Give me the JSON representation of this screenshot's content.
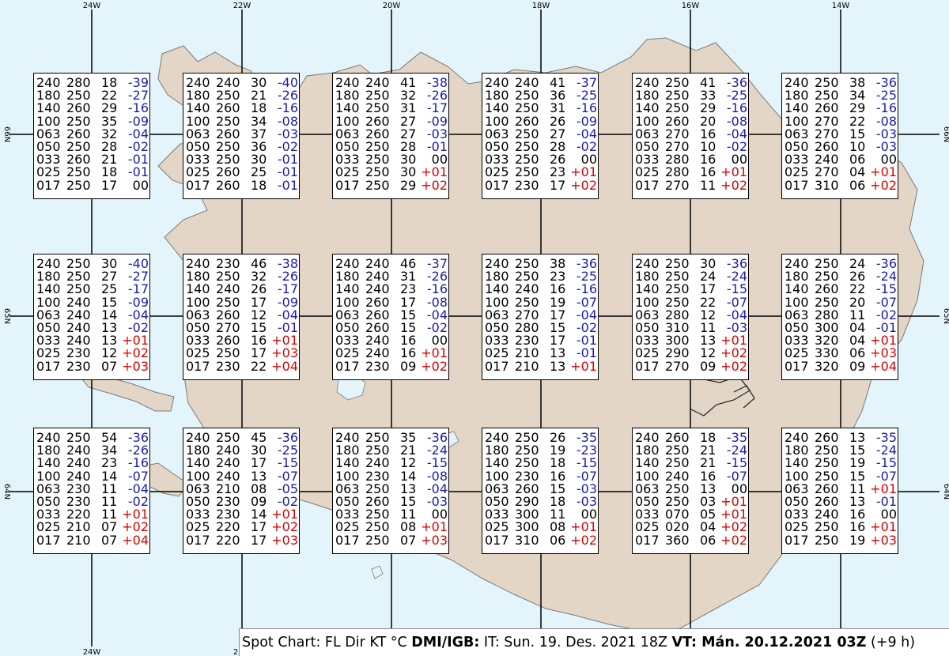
{
  "map": {
    "ocean_color": "#e3f4fb",
    "land_color": "#e3d6c6",
    "coast_color": "#5a5a5a",
    "grid_color": "#000000",
    "temp_negative_color": "#1a1ab4",
    "temp_positive_color": "#dc0000",
    "lon_labels_top": [
      "24W",
      "22W",
      "20W",
      "18W",
      "16W",
      "14W"
    ],
    "lon_labels_bottom": [
      "24W",
      "2"
    ],
    "lat_labels_left": [
      "66N",
      "65N",
      "64N"
    ],
    "lat_labels_right": [
      "66N",
      "65N",
      "64N"
    ]
  },
  "spots": [
    {
      "rows": [
        [
          "240",
          "280",
          "18",
          "-39"
        ],
        [
          "180",
          "250",
          "22",
          "-27"
        ],
        [
          "140",
          "260",
          "29",
          "-16"
        ],
        [
          "100",
          "250",
          "35",
          "-09"
        ],
        [
          "063",
          "260",
          "32",
          "-04"
        ],
        [
          "050",
          "250",
          "28",
          "-02"
        ],
        [
          "033",
          "260",
          "21",
          "-01"
        ],
        [
          "025",
          "250",
          "18",
          "-01"
        ],
        [
          "017",
          "250",
          "17",
          "00"
        ]
      ]
    },
    {
      "rows": [
        [
          "240",
          "240",
          "30",
          "-40"
        ],
        [
          "180",
          "250",
          "21",
          "-26"
        ],
        [
          "140",
          "260",
          "18",
          "-16"
        ],
        [
          "100",
          "250",
          "34",
          "-08"
        ],
        [
          "063",
          "260",
          "37",
          "-03"
        ],
        [
          "050",
          "250",
          "36",
          "-02"
        ],
        [
          "033",
          "250",
          "30",
          "-01"
        ],
        [
          "025",
          "260",
          "25",
          "-01"
        ],
        [
          "017",
          "260",
          "18",
          "-01"
        ]
      ]
    },
    {
      "rows": [
        [
          "240",
          "240",
          "41",
          "-38"
        ],
        [
          "180",
          "250",
          "32",
          "-26"
        ],
        [
          "140",
          "250",
          "31",
          "-17"
        ],
        [
          "100",
          "260",
          "27",
          "-09"
        ],
        [
          "063",
          "260",
          "27",
          "-03"
        ],
        [
          "050",
          "250",
          "28",
          "-01"
        ],
        [
          "033",
          "250",
          "30",
          "00"
        ],
        [
          "025",
          "250",
          "30",
          "+01"
        ],
        [
          "017",
          "250",
          "29",
          "+02"
        ]
      ]
    },
    {
      "rows": [
        [
          "240",
          "240",
          "41",
          "-37"
        ],
        [
          "180",
          "250",
          "36",
          "-25"
        ],
        [
          "140",
          "250",
          "31",
          "-16"
        ],
        [
          "100",
          "260",
          "26",
          "-09"
        ],
        [
          "063",
          "250",
          "27",
          "-04"
        ],
        [
          "050",
          "250",
          "28",
          "-02"
        ],
        [
          "033",
          "250",
          "26",
          "00"
        ],
        [
          "025",
          "250",
          "23",
          "+01"
        ],
        [
          "017",
          "230",
          "17",
          "+02"
        ]
      ]
    },
    {
      "rows": [
        [
          "240",
          "250",
          "41",
          "-36"
        ],
        [
          "180",
          "250",
          "33",
          "-25"
        ],
        [
          "140",
          "250",
          "29",
          "-16"
        ],
        [
          "100",
          "260",
          "20",
          "-08"
        ],
        [
          "063",
          "270",
          "16",
          "-04"
        ],
        [
          "050",
          "270",
          "10",
          "-02"
        ],
        [
          "033",
          "280",
          "16",
          "00"
        ],
        [
          "025",
          "280",
          "16",
          "+01"
        ],
        [
          "017",
          "270",
          "11",
          "+02"
        ]
      ]
    },
    {
      "rows": [
        [
          "240",
          "250",
          "38",
          "-36"
        ],
        [
          "180",
          "250",
          "34",
          "-25"
        ],
        [
          "140",
          "260",
          "29",
          "-16"
        ],
        [
          "100",
          "270",
          "22",
          "-08"
        ],
        [
          "063",
          "270",
          "15",
          "-03"
        ],
        [
          "050",
          "260",
          "10",
          "-03"
        ],
        [
          "033",
          "240",
          "06",
          "00"
        ],
        [
          "025",
          "270",
          "04",
          "+01"
        ],
        [
          "017",
          "310",
          "06",
          "+02"
        ]
      ]
    },
    {
      "rows": [
        [
          "240",
          "250",
          "30",
          "-40"
        ],
        [
          "180",
          "250",
          "27",
          "-27"
        ],
        [
          "140",
          "250",
          "25",
          "-17"
        ],
        [
          "100",
          "240",
          "15",
          "-09"
        ],
        [
          "063",
          "240",
          "14",
          "-04"
        ],
        [
          "050",
          "240",
          "13",
          "-02"
        ],
        [
          "033",
          "240",
          "13",
          "+01"
        ],
        [
          "025",
          "230",
          "12",
          "+02"
        ],
        [
          "017",
          "230",
          "07",
          "+03"
        ]
      ]
    },
    {
      "rows": [
        [
          "240",
          "230",
          "46",
          "-38"
        ],
        [
          "180",
          "250",
          "32",
          "-26"
        ],
        [
          "140",
          "240",
          "26",
          "-17"
        ],
        [
          "100",
          "250",
          "17",
          "-09"
        ],
        [
          "063",
          "260",
          "12",
          "-04"
        ],
        [
          "050",
          "270",
          "15",
          "-01"
        ],
        [
          "033",
          "260",
          "16",
          "+01"
        ],
        [
          "025",
          "250",
          "17",
          "+03"
        ],
        [
          "017",
          "230",
          "22",
          "+04"
        ]
      ]
    },
    {
      "rows": [
        [
          "240",
          "240",
          "46",
          "-37"
        ],
        [
          "180",
          "240",
          "31",
          "-26"
        ],
        [
          "140",
          "240",
          "23",
          "-16"
        ],
        [
          "100",
          "260",
          "17",
          "-08"
        ],
        [
          "063",
          "260",
          "15",
          "-04"
        ],
        [
          "050",
          "260",
          "15",
          "-02"
        ],
        [
          "033",
          "240",
          "16",
          "00"
        ],
        [
          "025",
          "240",
          "16",
          "+01"
        ],
        [
          "017",
          "230",
          "09",
          "+02"
        ]
      ]
    },
    {
      "rows": [
        [
          "240",
          "250",
          "38",
          "-36"
        ],
        [
          "180",
          "250",
          "23",
          "-25"
        ],
        [
          "140",
          "240",
          "16",
          "-16"
        ],
        [
          "100",
          "250",
          "19",
          "-07"
        ],
        [
          "063",
          "270",
          "17",
          "-04"
        ],
        [
          "050",
          "280",
          "15",
          "-02"
        ],
        [
          "033",
          "230",
          "17",
          "-01"
        ],
        [
          "025",
          "210",
          "13",
          "-01"
        ],
        [
          "017",
          "210",
          "13",
          "+01"
        ]
      ]
    },
    {
      "rows": [
        [
          "240",
          "250",
          "30",
          "-36"
        ],
        [
          "180",
          "250",
          "24",
          "-24"
        ],
        [
          "140",
          "250",
          "17",
          "-15"
        ],
        [
          "100",
          "250",
          "22",
          "-07"
        ],
        [
          "063",
          "280",
          "12",
          "-04"
        ],
        [
          "050",
          "310",
          "11",
          "-03"
        ],
        [
          "033",
          "300",
          "13",
          "+01"
        ],
        [
          "025",
          "290",
          "12",
          "+02"
        ],
        [
          "017",
          "270",
          "09",
          "+02"
        ]
      ]
    },
    {
      "rows": [
        [
          "240",
          "250",
          "24",
          "-36"
        ],
        [
          "180",
          "250",
          "26",
          "-24"
        ],
        [
          "140",
          "260",
          "22",
          "-15"
        ],
        [
          "100",
          "250",
          "20",
          "-07"
        ],
        [
          "063",
          "280",
          "11",
          "-02"
        ],
        [
          "050",
          "300",
          "04",
          "-01"
        ],
        [
          "033",
          "320",
          "04",
          "+01"
        ],
        [
          "025",
          "330",
          "06",
          "+03"
        ],
        [
          "017",
          "320",
          "09",
          "+04"
        ]
      ]
    },
    {
      "rows": [
        [
          "240",
          "250",
          "54",
          "-36"
        ],
        [
          "180",
          "240",
          "34",
          "-26"
        ],
        [
          "140",
          "240",
          "23",
          "-16"
        ],
        [
          "100",
          "240",
          "14",
          "-07"
        ],
        [
          "063",
          "230",
          "11",
          "-04"
        ],
        [
          "050",
          "230",
          "11",
          "-02"
        ],
        [
          "033",
          "220",
          "11",
          "+01"
        ],
        [
          "025",
          "210",
          "07",
          "+02"
        ],
        [
          "017",
          "210",
          "07",
          "+04"
        ]
      ]
    },
    {
      "rows": [
        [
          "240",
          "250",
          "45",
          "-36"
        ],
        [
          "180",
          "240",
          "30",
          "-25"
        ],
        [
          "140",
          "240",
          "17",
          "-15"
        ],
        [
          "100",
          "240",
          "13",
          "-07"
        ],
        [
          "063",
          "210",
          "08",
          "-05"
        ],
        [
          "050",
          "230",
          "09",
          "-02"
        ],
        [
          "033",
          "230",
          "14",
          "+01"
        ],
        [
          "025",
          "220",
          "17",
          "+02"
        ],
        [
          "017",
          "220",
          "17",
          "+03"
        ]
      ]
    },
    {
      "rows": [
        [
          "240",
          "250",
          "35",
          "-36"
        ],
        [
          "180",
          "250",
          "21",
          "-24"
        ],
        [
          "140",
          "240",
          "12",
          "-15"
        ],
        [
          "100",
          "230",
          "14",
          "-08"
        ],
        [
          "063",
          "250",
          "13",
          "-04"
        ],
        [
          "050",
          "260",
          "15",
          "-03"
        ],
        [
          "033",
          "250",
          "11",
          "00"
        ],
        [
          "025",
          "250",
          "08",
          "+01"
        ],
        [
          "017",
          "250",
          "07",
          "+03"
        ]
      ]
    },
    {
      "rows": [
        [
          "240",
          "250",
          "26",
          "-35"
        ],
        [
          "180",
          "250",
          "19",
          "-23"
        ],
        [
          "140",
          "250",
          "18",
          "-15"
        ],
        [
          "100",
          "230",
          "16",
          "-07"
        ],
        [
          "063",
          "260",
          "15",
          "-03"
        ],
        [
          "050",
          "290",
          "18",
          "-03"
        ],
        [
          "033",
          "300",
          "11",
          "00"
        ],
        [
          "025",
          "300",
          "08",
          "+01"
        ],
        [
          "017",
          "310",
          "06",
          "+02"
        ]
      ]
    },
    {
      "rows": [
        [
          "240",
          "260",
          "18",
          "-35"
        ],
        [
          "180",
          "250",
          "21",
          "-24"
        ],
        [
          "140",
          "250",
          "21",
          "-15"
        ],
        [
          "100",
          "240",
          "16",
          "-07"
        ],
        [
          "063",
          "250",
          "13",
          "00"
        ],
        [
          "050",
          "250",
          "03",
          "+01"
        ],
        [
          "033",
          "070",
          "05",
          "+01"
        ],
        [
          "025",
          "020",
          "04",
          "+02"
        ],
        [
          "017",
          "360",
          "06",
          "+02"
        ]
      ]
    },
    {
      "rows": [
        [
          "240",
          "260",
          "13",
          "-35"
        ],
        [
          "180",
          "250",
          "15",
          "-24"
        ],
        [
          "140",
          "250",
          "19",
          "-15"
        ],
        [
          "100",
          "250",
          "15",
          "-07"
        ],
        [
          "063",
          "260",
          "11",
          "+01"
        ],
        [
          "050",
          "260",
          "13",
          "-01"
        ],
        [
          "033",
          "240",
          "16",
          "00"
        ],
        [
          "025",
          "250",
          "16",
          "+01"
        ],
        [
          "017",
          "250",
          "19",
          "+03"
        ]
      ]
    }
  ],
  "footer": {
    "part1": "Spot Chart: FL Dir KT °C ",
    "part2": "DMI/IGB:",
    "part3": " IT: Sun. 19. Des. 2021 18Z ",
    "part4": "VT: Mán. 20.12.2021 03Z",
    "part5": " (+9 h)"
  }
}
